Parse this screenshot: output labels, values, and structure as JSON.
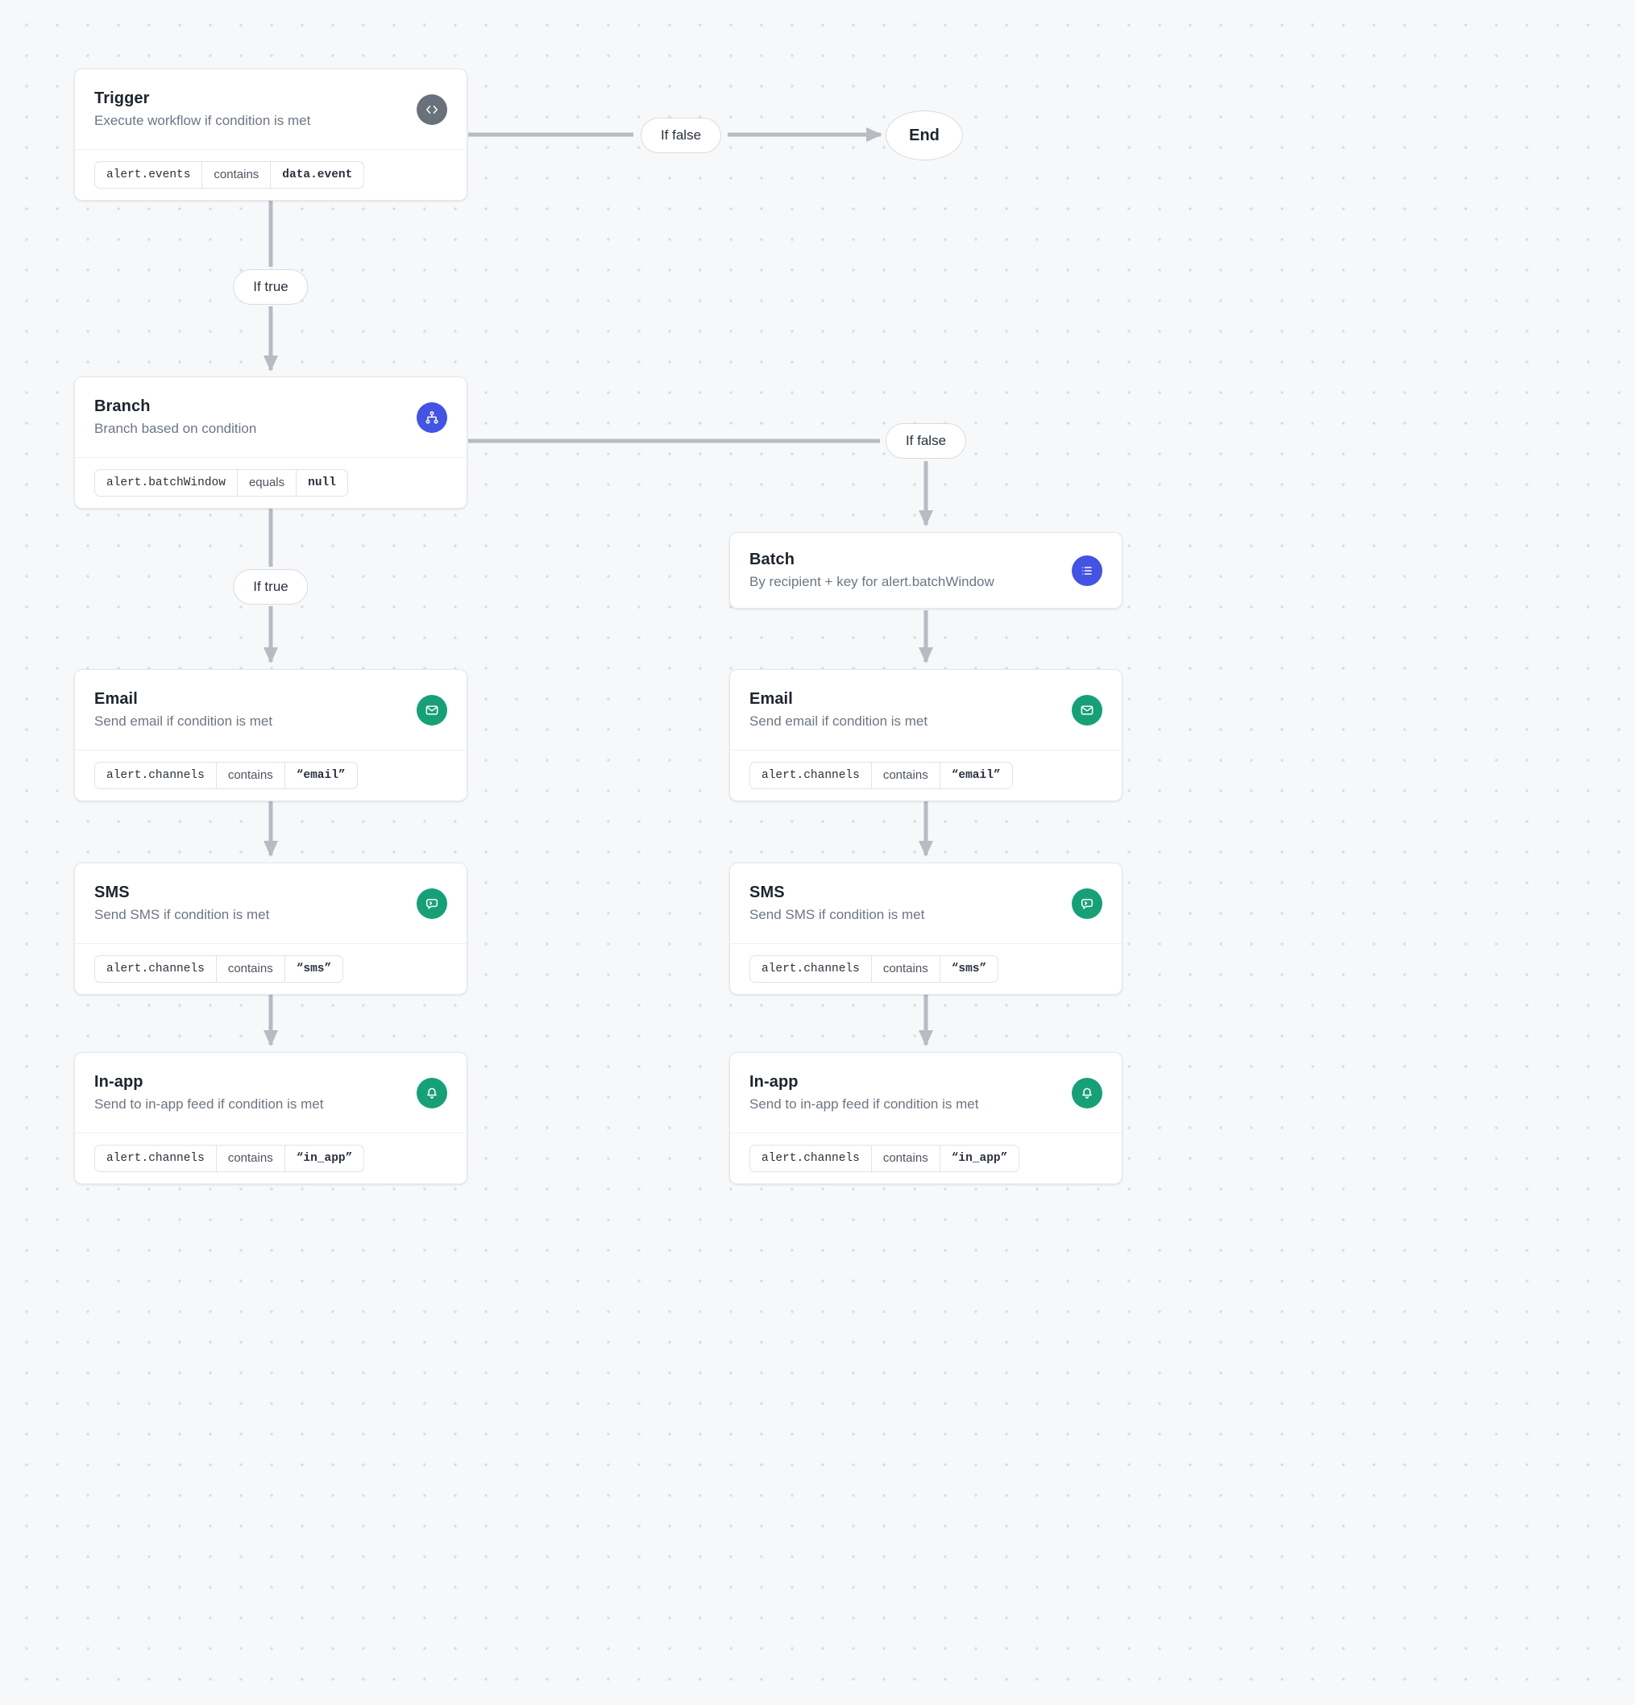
{
  "edge_labels": {
    "if_true": "If true",
    "if_false": "If false"
  },
  "end_node": {
    "label": "End"
  },
  "nodes": {
    "trigger": {
      "title": "Trigger",
      "subtitle": "Execute workflow if condition is met",
      "condition": {
        "field": "alert.events",
        "operator": "contains",
        "value": "data.event"
      }
    },
    "branch": {
      "title": "Branch",
      "subtitle": "Branch based on condition",
      "condition": {
        "field": "alert.batchWindow",
        "operator": "equals",
        "value": "null"
      }
    },
    "batch": {
      "title": "Batch",
      "subtitle": "By recipient + key for alert.batchWindow"
    },
    "email": {
      "title": "Email",
      "subtitle": "Send email if condition is met",
      "condition": {
        "field": "alert.channels",
        "operator": "contains",
        "value": "“email”"
      }
    },
    "sms": {
      "title": "SMS",
      "subtitle": "Send SMS if condition is met",
      "condition": {
        "field": "alert.channels",
        "operator": "contains",
        "value": "“sms”"
      }
    },
    "in_app": {
      "title": "In-app",
      "subtitle": "Send to in-app feed if condition is met",
      "condition": {
        "field": "alert.channels",
        "operator": "contains",
        "value": "“in_app”"
      }
    }
  },
  "colors": {
    "accent_blue": "#4353E2",
    "accent_green": "#17A077",
    "icon_gray": "#68717C",
    "arrow_gray": "#B6BCC2",
    "canvas_bg": "#F7F8FA"
  }
}
